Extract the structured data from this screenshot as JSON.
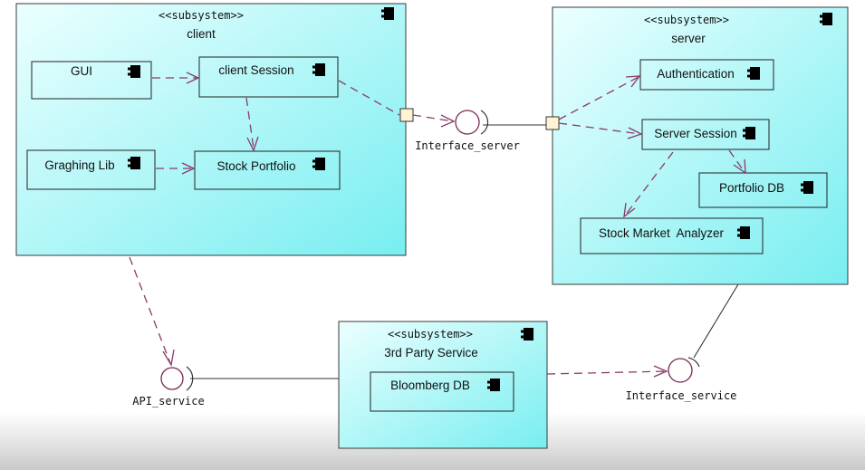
{
  "subsystems": {
    "client": {
      "stereotype": "<<subsystem>>",
      "name": "client"
    },
    "server": {
      "stereotype": "<<subsystem>>",
      "name": "server"
    },
    "third_party": {
      "stereotype": "<<subsystem>>",
      "name": "3rd Party Service"
    }
  },
  "components": {
    "gui": "GUI",
    "client_session": "client Session",
    "graphing_lib": "Graghing Lib",
    "stock_portfolio": "Stock Portfolio",
    "authentication": "Authentication",
    "server_session": "Server Session",
    "portfolio_db": "Portfolio DB",
    "stock_market_analyzer": "Stock Market  Analyzer",
    "bloomberg_db": "Bloomberg DB"
  },
  "interfaces": {
    "interface_server": "Interface_server",
    "api_service": "API_service",
    "interface_service": "Interface_service"
  },
  "colors": {
    "subsystem_gradient_start": "#e8ffff",
    "subsystem_gradient_end": "#7ef0f2",
    "dependency": "#8a3a6a"
  },
  "icon": "uml-component-icon"
}
